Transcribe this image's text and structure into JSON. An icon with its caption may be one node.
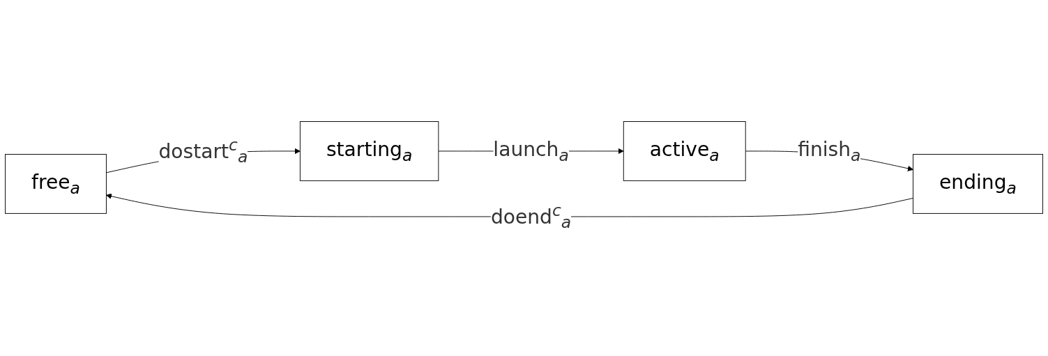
{
  "diagram": {
    "nodes": [
      {
        "text": [
          "free$_{a}$"
        ]
      },
      {
        "text": [
          "starting$_{a}$"
        ]
      },
      {
        "text": [
          "ending$_{a}$"
        ]
      },
      {
        "text": [
          "active$_{a}$"
        ]
      }
    ],
    "edges": [
      {
        "from": 0,
        "to": 1,
        "arrow": "to",
        "label": "dostart$^{c}$$_{a}$"
      },
      {
        "from": 1,
        "to": 3,
        "arrow": "to",
        "label": "launch$_{a}$"
      },
      {
        "from": 3,
        "to": 2,
        "arrow": "to",
        "label": "finish$_{a}$"
      },
      {
        "from": 2,
        "to": 0,
        "arrow": "to",
        "label": "doend$^{c}$$_{a}$"
      }
    ]
  }
}
